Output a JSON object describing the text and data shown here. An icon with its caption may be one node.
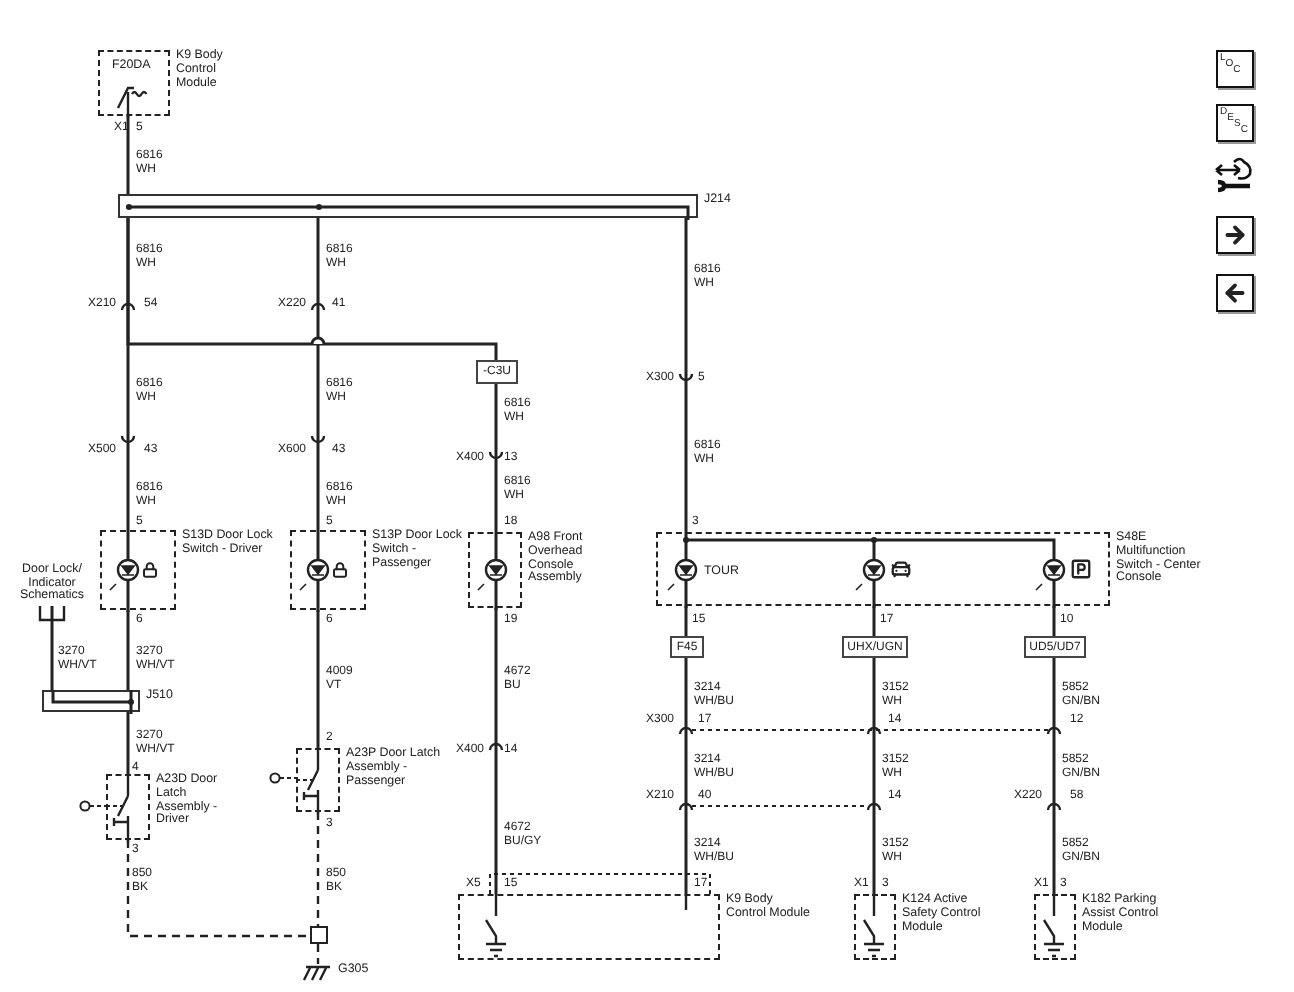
{
  "diagram": {
    "nodes": [
      {
        "text": [
          "F20DA",
          "K9 Body Control Module"
        ]
      },
      {
        "text": [
          "J214"
        ]
      },
      {
        "text": [
          "-C3U"
        ]
      },
      {
        "text": [
          "S13D Door Lock Switch - Driver"
        ]
      },
      {
        "text": [
          "S13P Door Lock Switch - Passenger"
        ]
      },
      {
        "text": [
          "A98 Front Overhead Console Assembly"
        ]
      },
      {
        "text": [
          "TOUR",
          "S48E Multifunction Switch - Center Console"
        ]
      },
      {
        "text": [
          "Door Lock/ Indicator Schematics"
        ]
      },
      {
        "text": [
          "J510"
        ]
      },
      {
        "text": [
          "A23D Door Latch Assembly - Driver"
        ]
      },
      {
        "text": [
          "A23P Door Latch Assembly - Passenger"
        ]
      },
      {
        "text": [
          "F45"
        ]
      },
      {
        "text": [
          "UHX/UGN"
        ]
      },
      {
        "text": [
          "UD5/UD7"
        ]
      },
      {
        "text": [],
        "shape": "box"
      },
      {
        "text": [
          "G305"
        ]
      },
      {
        "text": [
          "K9 Body Control Module"
        ]
      },
      {
        "text": [
          "K124 Active Safety Control Module"
        ]
      },
      {
        "text": [
          "K182 Parking Assist Control Module"
        ]
      }
    ],
    "edges": [
      {
        "from": 0,
        "to": 1,
        "arrow": "none"
      },
      {
        "from": 1,
        "to": 3,
        "arrow": "none"
      },
      {
        "from": 1,
        "to": 4,
        "arrow": "none"
      },
      {
        "from": 1,
        "to": 6,
        "arrow": "none"
      },
      {
        "from": 1,
        "to": 2,
        "arrow": "none"
      },
      {
        "from": 2,
        "to": 5,
        "arrow": "none"
      },
      {
        "from": 7,
        "to": 8,
        "arrow": "none"
      },
      {
        "from": 3,
        "to": 8,
        "arrow": "none"
      },
      {
        "from": 8,
        "to": 9,
        "arrow": "none"
      },
      {
        "from": 4,
        "to": 10,
        "arrow": "none"
      },
      {
        "from": 9,
        "to": 14,
        "arrow": "none",
        "style": "dashed"
      },
      {
        "from": 10,
        "to": 14,
        "arrow": "none",
        "style": "dashed"
      },
      {
        "from": 14,
        "to": 15,
        "arrow": "none",
        "style": "dashed"
      },
      {
        "from": 5,
        "to": 16,
        "arrow": "none"
      },
      {
        "from": 6,
        "to": 11,
        "arrow": "none"
      },
      {
        "from": 6,
        "to": 12,
        "arrow": "none"
      },
      {
        "from": 6,
        "to": 13,
        "arrow": "none"
      },
      {
        "from": 11,
        "to": 16,
        "arrow": "none"
      },
      {
        "from": 12,
        "to": 17,
        "arrow": "none"
      },
      {
        "from": 13,
        "to": 18,
        "arrow": "none"
      }
    ],
    "labels": [
      "X1",
      "5",
      "6816 WH",
      "6816 WH",
      "6816 WH",
      "6816 WH",
      "X210",
      "54",
      "X220",
      "41",
      "X300",
      "5",
      "6816 WH",
      "6816 WH",
      "6816 WH",
      "6816 WH",
      "X500",
      "43",
      "X600",
      "43",
      "X400",
      "13",
      "6816 WH",
      "6816 WH",
      "6816 WH",
      "5",
      "5",
      "18",
      "3",
      "6",
      "6",
      "19",
      "15",
      "17",
      "10",
      "3270 WH/VT",
      "3270 WH/VT",
      "4009 VT",
      "4672 BU",
      "3214 WH/BU",
      "3152 WH",
      "5852 GN/BN",
      "3270 WH/VT",
      "2",
      "X300",
      "17",
      "14",
      "12",
      "3214 WH/BU",
      "3152 WH",
      "5852 GN/BN",
      "X400",
      "14",
      "X210",
      "40",
      "14",
      "X220",
      "58",
      "4",
      "3",
      "3",
      "4672 BU/GY",
      "3214 WH/BU",
      "3152 WH",
      "5852 GN/BN",
      "850 BK",
      "850 BK",
      "X5",
      "15",
      "17",
      "X1",
      "3",
      "X1",
      "3",
      "LOC",
      "DESC"
    ]
  }
}
